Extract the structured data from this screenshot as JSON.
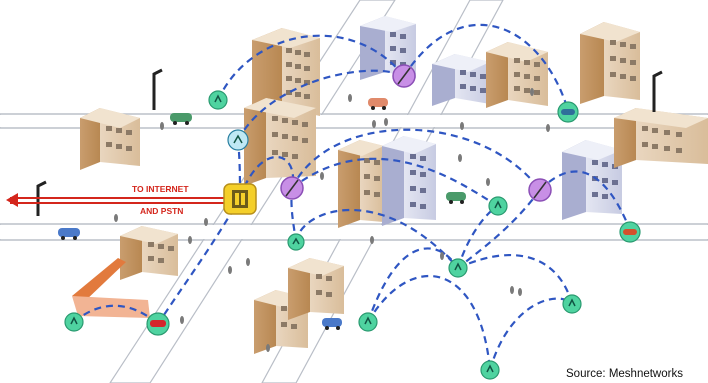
{
  "diagram": {
    "gateway_label_line1": "TO INTERNET",
    "gateway_label_line2": "AND PSTN",
    "source_caption": "Source: Meshnetworks",
    "colors": {
      "link": "#2f56c2",
      "gateway": "#f4cf2a",
      "router": "#b070d8",
      "mobile_node": "#4fd3a0",
      "uplink": "#d4261c"
    },
    "icons": [
      "building-icon",
      "antenna-tower-icon",
      "router-node-icon",
      "mobile-node-icon",
      "car-icon",
      "person-icon",
      "gateway-icon"
    ]
  }
}
